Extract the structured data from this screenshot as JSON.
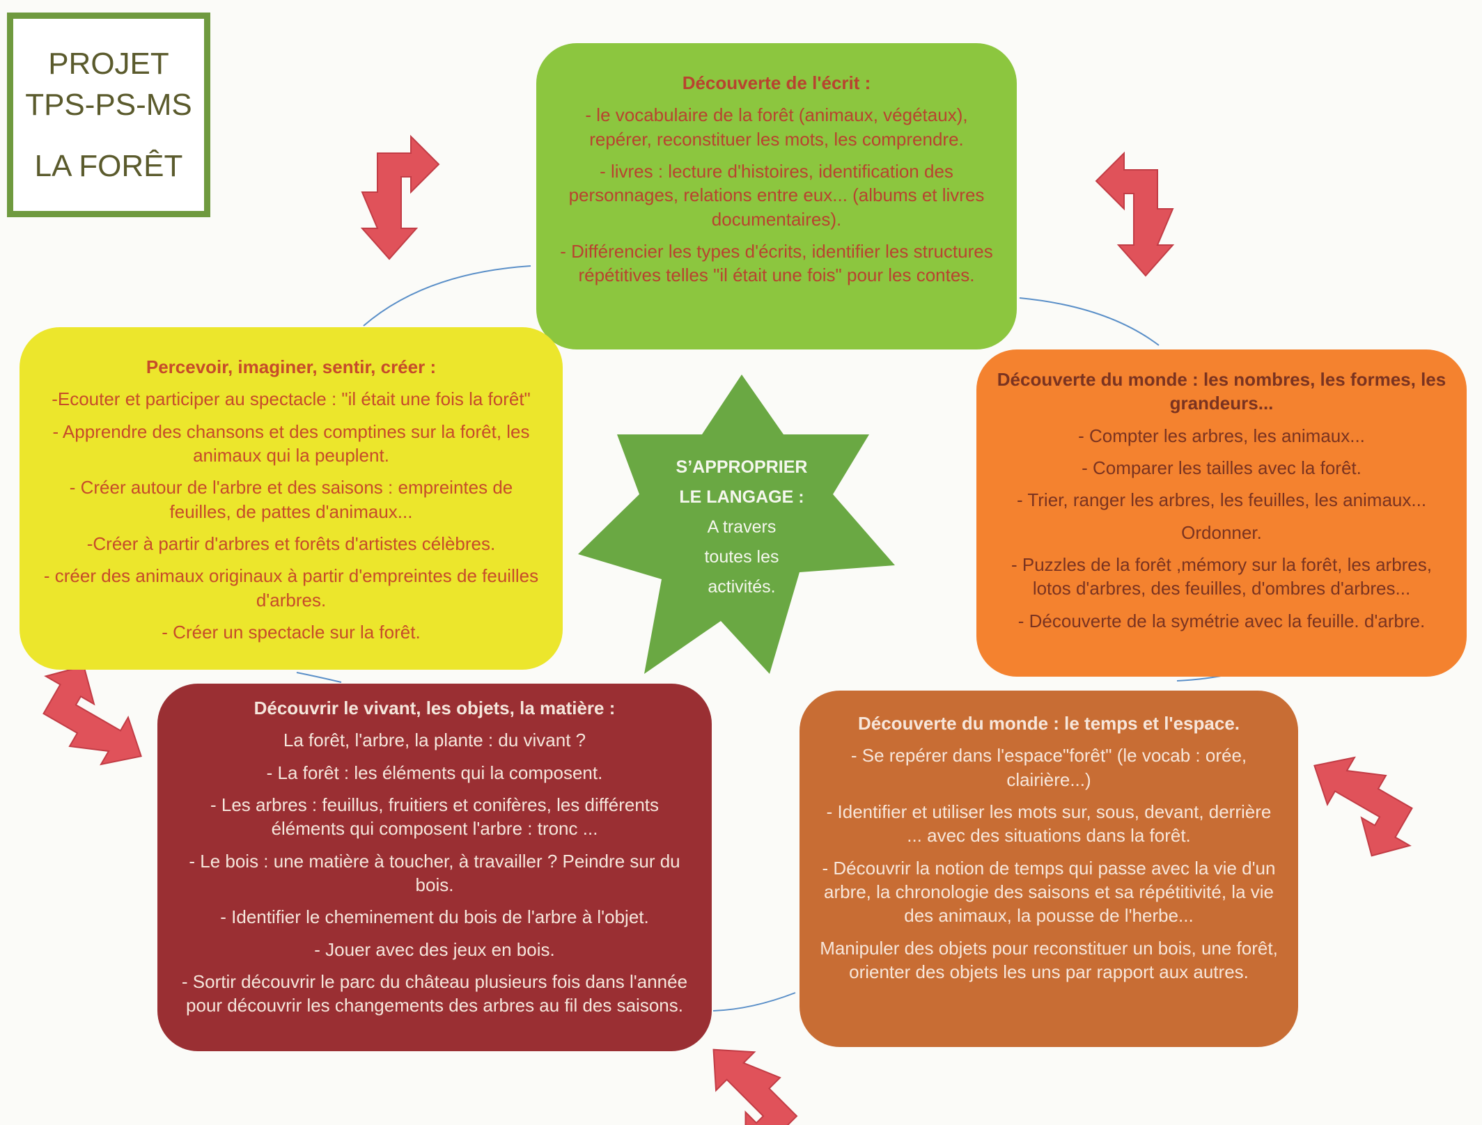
{
  "title": {
    "line1": "PROJET",
    "line2": "TPS-PS-MS",
    "line3": "LA FORÊT"
  },
  "center": {
    "heading_line1": "S’APPROPRIER",
    "heading_line2": "LE LANGAGE :",
    "text_line1": "A travers",
    "text_line2": "toutes les",
    "text_line3": "activités."
  },
  "panels": {
    "ecrit": {
      "title": "Découverte de l'écrit :",
      "items": [
        "- le vocabulaire de la forêt (animaux, végétaux), repérer, reconstituer les mots, les comprendre.",
        "- livres : lecture d'histoires, identification des personnages, relations entre eux... (albums et livres documentaires).",
        "- Différencier les types d'écrits, identifier les structures répétitives telles \"il était une fois\" pour les contes."
      ]
    },
    "percevoir": {
      "title": "Percevoir, imaginer, sentir, créer :",
      "items": [
        "-Ecouter et participer au spectacle  : \"il était une fois la forêt\"",
        "- Apprendre des chansons et des comptines sur la forêt, les animaux qui la peuplent.",
        "- Créer autour de l'arbre et des saisons : empreintes de feuilles, de pattes d'animaux...",
        "-Créer à partir d'arbres et forêts d'artistes célèbres.",
        "- créer des animaux originaux à partir d'empreintes de feuilles d'arbres.",
        "- Créer un spectacle sur la forêt."
      ]
    },
    "nombres": {
      "title": "Découverte du monde : les nombres, les formes, les grandeurs...",
      "items": [
        "- Compter les arbres, les animaux...",
        "- Comparer les tailles avec la forêt.",
        "- Trier, ranger les arbres, les feuilles, les animaux...",
        "Ordonner.",
        "-  Puzzles de la forêt ,mémory sur la forêt, les arbres, lotos d'arbres, des feuilles, d'ombres d'arbres...",
        "- Découverte de la symétrie avec la feuille. d'arbre."
      ]
    },
    "vivant": {
      "title": "Découvrir le vivant, les objets, la matière :",
      "items": [
        "La forêt, l'arbre, la plante : du vivant ?",
        "- La forêt : les éléments qui la composent.",
        "- Les arbres : feuillus, fruitiers et conifères,  les différents éléments qui composent l'arbre : tronc ...",
        "- Le bois : une matière à toucher, à travailler ? Peindre sur du bois.",
        "-  Identifier le cheminement du bois de l'arbre à l'objet.",
        "- Jouer avec des jeux en bois.",
        "- Sortir découvrir le parc du château plusieurs fois dans l'année pour découvrir les changements des arbres au fil des saisons."
      ]
    },
    "temps": {
      "title": "Découverte du monde : le temps et l'espace.",
      "items": [
        "- Se repérer dans l'espace\"forêt\" (le vocab : orée, clairière...)",
        "- Identifier et utiliser les mots sur, sous, devant, derrière ... avec des situations dans la forêt.",
        "- Découvrir la notion de temps qui passe avec la vie d'un arbre, la chronologie des saisons et sa répétitivité, la vie des animaux, la pousse de l'herbe...",
        "Manipuler des objets pour reconstituer un bois, une forêt, orienter des objets les uns par rapport aux autres."
      ]
    }
  },
  "colors": {
    "green": "#8cc63f",
    "yellow": "#ece62c",
    "orange": "#f4822f",
    "maroon": "#9a2f33",
    "rust": "#c86d34",
    "star": "#6aa843",
    "arrow": "#e0525a",
    "title_border": "#6f9a3f"
  },
  "icons": [
    "bent-arrow-icon",
    "star-shape"
  ]
}
